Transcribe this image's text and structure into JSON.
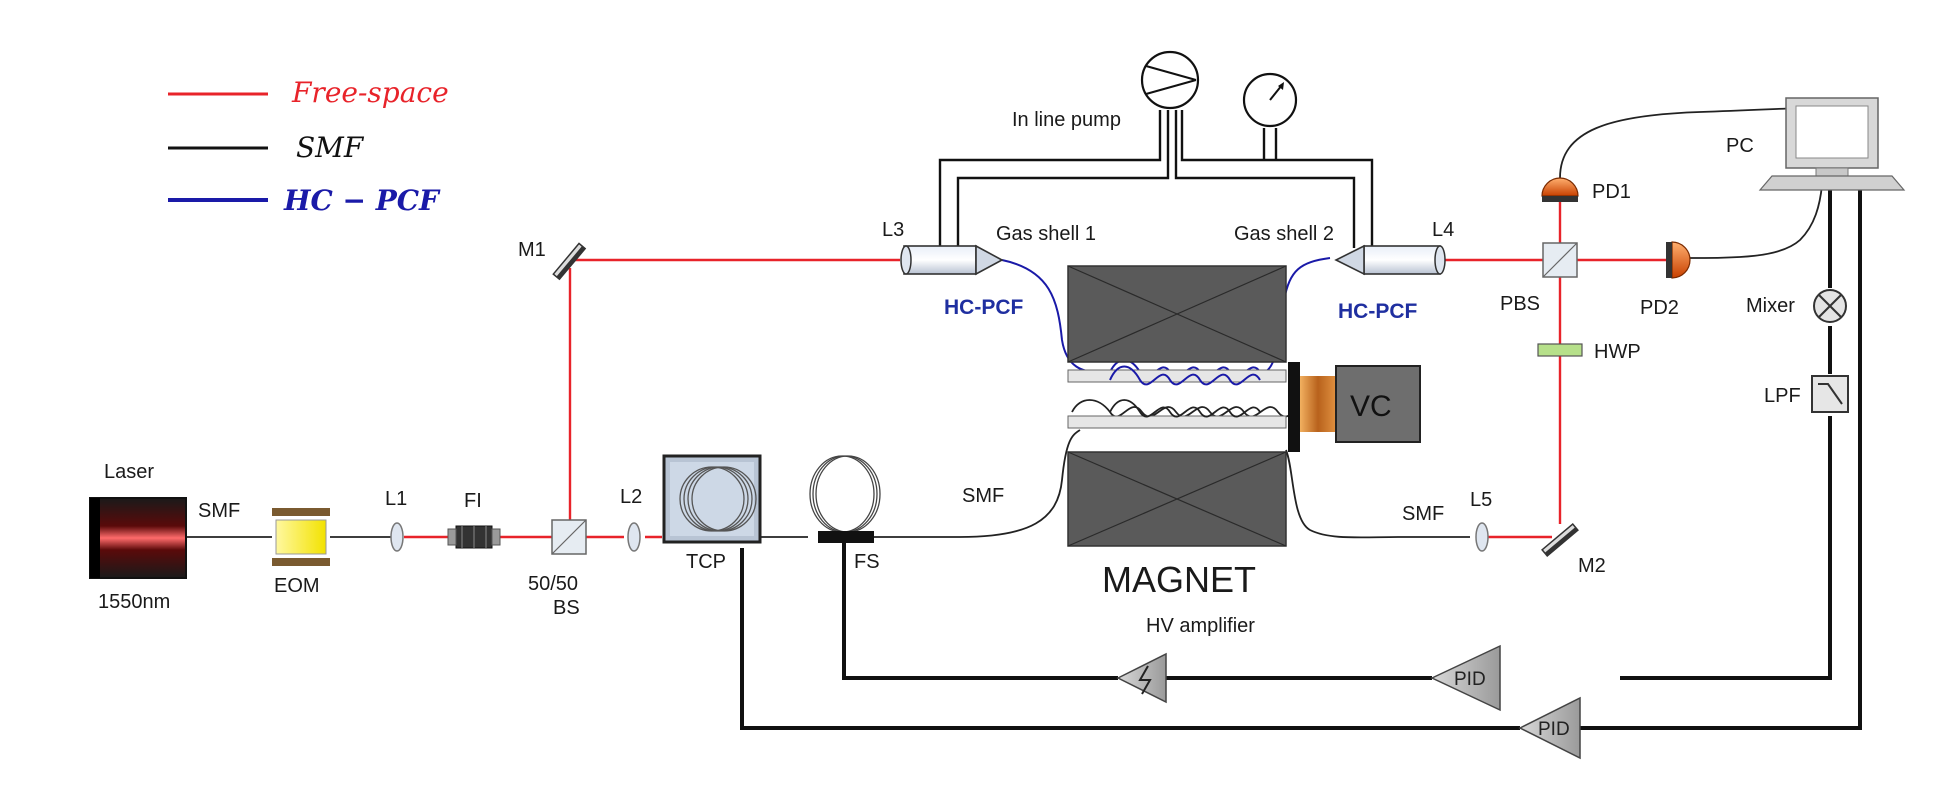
{
  "legend": {
    "items": [
      {
        "label": "Free-space",
        "color": "#e8232a"
      },
      {
        "label": "SMF",
        "color": "#111111"
      },
      {
        "label": "HC − PCF",
        "color": "#1a1aa8"
      }
    ]
  },
  "labels": {
    "laser": "Laser",
    "laser_wavelength": "1550nm",
    "smf_laser": "SMF",
    "eom": "EOM",
    "l1": "L1",
    "fi": "FI",
    "bs_ratio": "50/50",
    "bs": "BS",
    "l2": "L2",
    "m1": "M1",
    "tcp": "TCP",
    "fs": "FS",
    "smf_mid": "SMF",
    "l3": "L3",
    "gas_shell_1": "Gas shell 1",
    "gas_shell_2": "Gas shell 2",
    "l4": "L4",
    "hcpcf_left": "HC-PCF",
    "hcpcf_right": "HC-PCF",
    "inline_pump": "In line pump",
    "magnet": "MAGNET",
    "vc": "VC",
    "smf_right": "SMF",
    "l5": "L5",
    "m2": "M2",
    "pbs": "PBS",
    "hwp": "HWP",
    "pd1": "PD1",
    "pd2": "PD2",
    "pc": "PC",
    "mixer": "Mixer",
    "lpf": "LPF",
    "hv_amplifier": "HV amplifier",
    "pid_top": "PID",
    "pid_bottom": "PID"
  },
  "colors": {
    "free_space": "#e8232a",
    "smf": "#111111",
    "hcpcf": "#1a1aa8",
    "magnet_fill": "#5a5a5a",
    "vc_fill": "#6e6e6e"
  }
}
